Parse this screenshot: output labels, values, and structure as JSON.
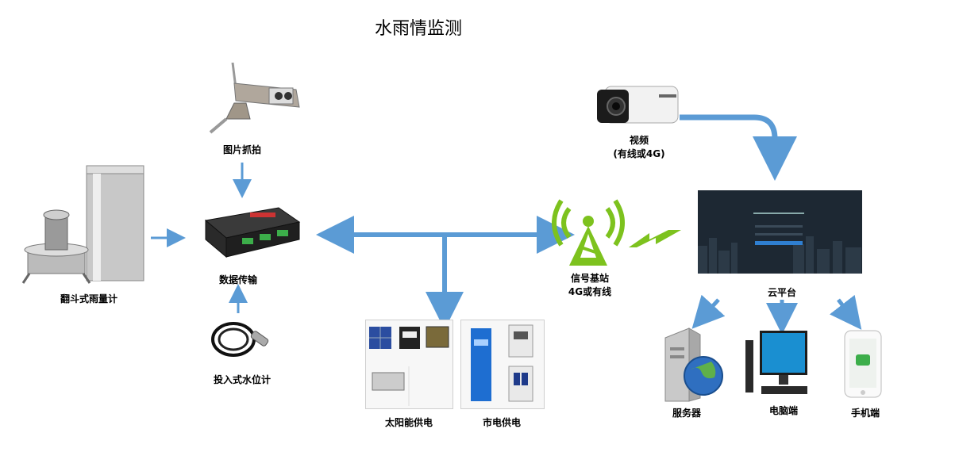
{
  "title": "水雨情监测",
  "nodes": {
    "rain_gauge": "翻斗式雨量计",
    "camera_capture": "图片抓拍",
    "data_transmission": "数据传输",
    "water_level": "投入式水位计",
    "solar_power": "太阳能供电",
    "mains_power": "市电供电",
    "base_station": "信号基站",
    "base_station_sub": "4G或有线",
    "video": "视频",
    "video_sub": "(有线或4G)",
    "cloud": "云平台",
    "server": "服务器",
    "pc": "电脑端",
    "mobile": "手机端"
  },
  "colors": {
    "arrow": "#5b9bd5",
    "signal": "#7dc21e",
    "dark_screen": "#1b2530"
  }
}
